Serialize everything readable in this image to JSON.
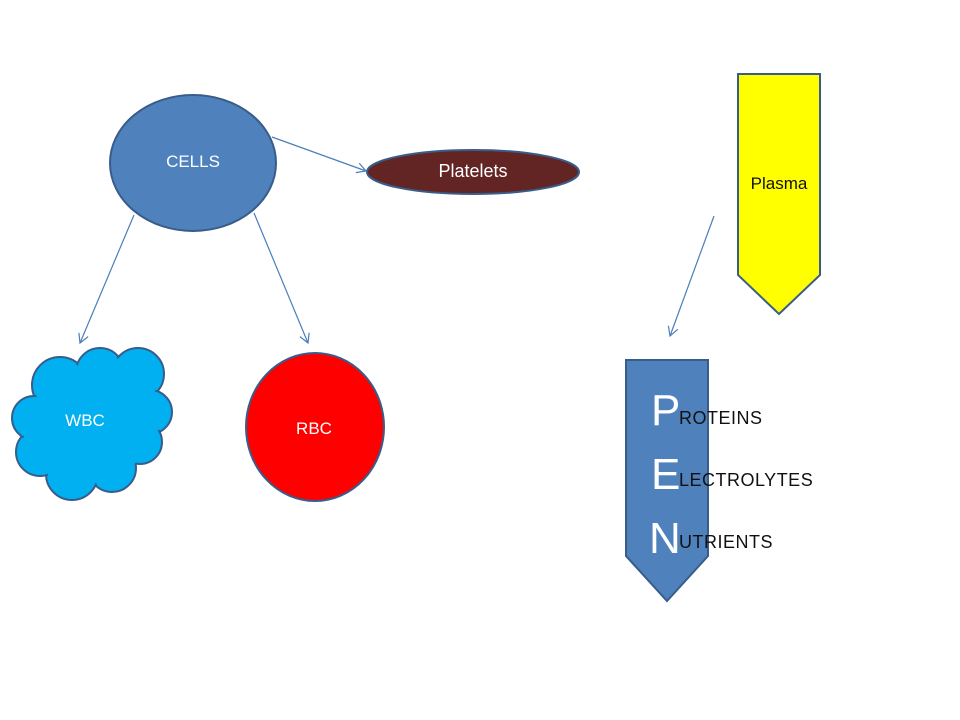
{
  "nodes": {
    "cells": "CELLS",
    "platelets": "Platelets",
    "wbc": "WBC",
    "rbc": "RBC",
    "plasma": "Plasma"
  },
  "pen": [
    {
      "letter": "P",
      "rest": "ROTEINS"
    },
    {
      "letter": "E",
      "rest": "LECTROLYTES"
    },
    {
      "letter": "N",
      "rest": "UTRIENTS"
    }
  ],
  "colors": {
    "cells": "#4f81bd",
    "platelets": "#632523",
    "wbc": "#00b0f0",
    "rbc": "#ff0000",
    "plasma": "#ffff00",
    "pen_arrow": "#4f81bd",
    "connector": "#4a7ebb"
  }
}
